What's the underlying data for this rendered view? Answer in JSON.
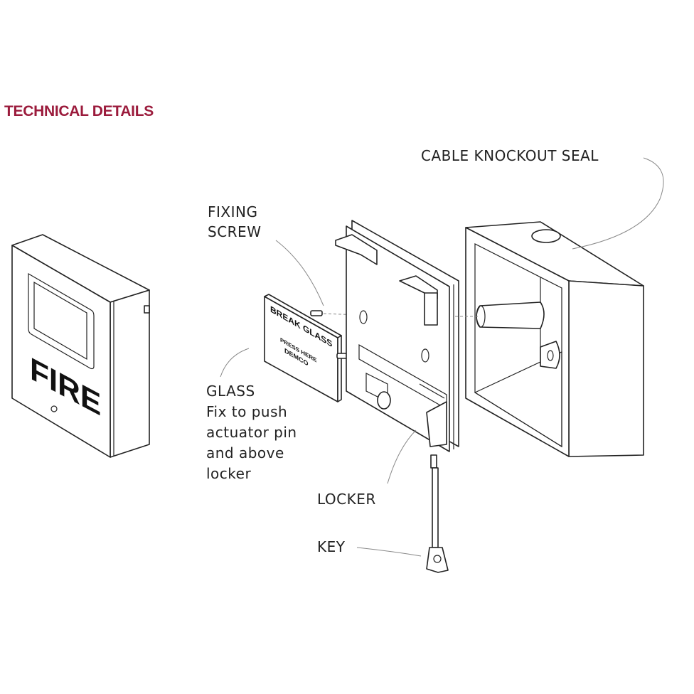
{
  "heading": "TECHNICAL DETAILS",
  "colors": {
    "heading": "#9b1b3c",
    "line": "#222222"
  },
  "labels": {
    "cable_knockout_seal": "CABLE KNOCKOUT SEAL",
    "fixing_screw_1": "FIXING",
    "fixing_screw_2": "SCREW",
    "glass_title": "GLASS",
    "glass_desc_1": "Fix to push",
    "glass_desc_2": "actuator pin",
    "glass_desc_3": "and above",
    "glass_desc_4": "locker",
    "locker": "LOCKER",
    "key": "KEY"
  },
  "device": {
    "fire_text": "FIRE",
    "glass_line_1": "BREAK GLASS",
    "glass_line_2": "PRESS HERE",
    "glass_brand": "DEMCO"
  }
}
